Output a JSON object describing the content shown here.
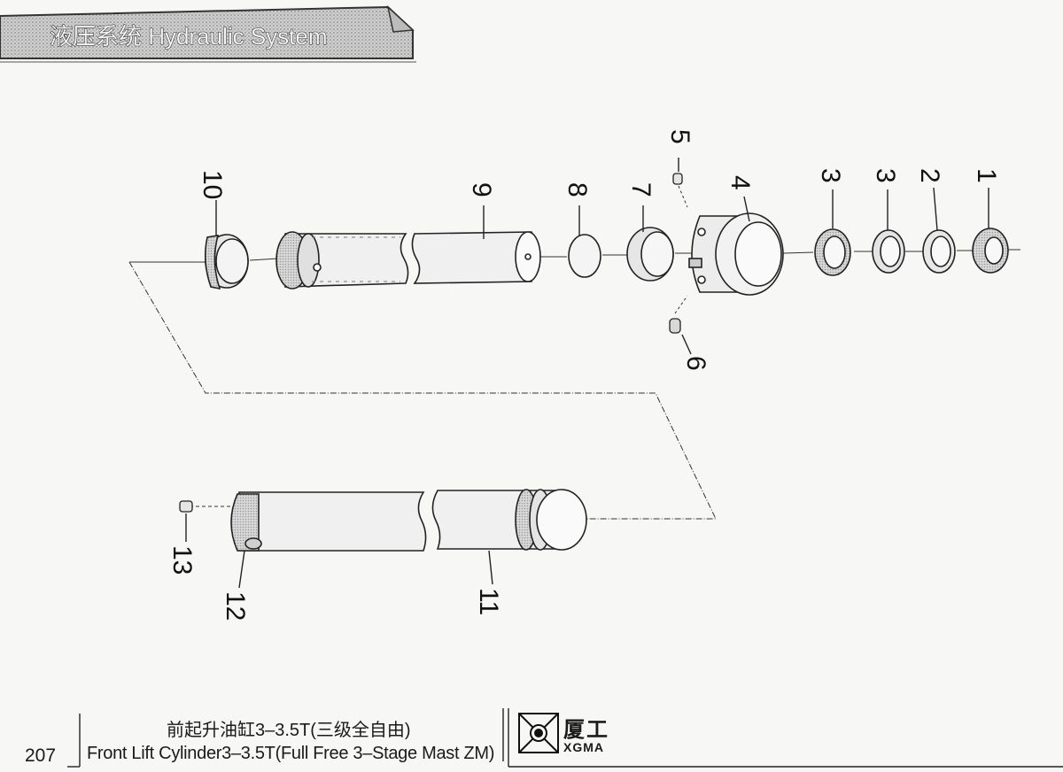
{
  "header": {
    "title": "液压系统  Hydraulic System"
  },
  "callouts": {
    "p1": "1",
    "p2": "2",
    "p3a": "3",
    "p3b": "3",
    "p4": "4",
    "p5": "5",
    "p6": "6",
    "p7": "7",
    "p8": "8",
    "p9": "9",
    "p10": "10",
    "p11": "11",
    "p12": "12",
    "p13": "13"
  },
  "footer": {
    "page_number": "207",
    "title_cn": "前起升油缸3–3.5T(三级全自由)",
    "title_en": "Front Lift Cylinder3–3.5T(Full Free 3–Stage Mast ZM)",
    "brand_cn": "厦工",
    "brand_en": "XGMA"
  }
}
